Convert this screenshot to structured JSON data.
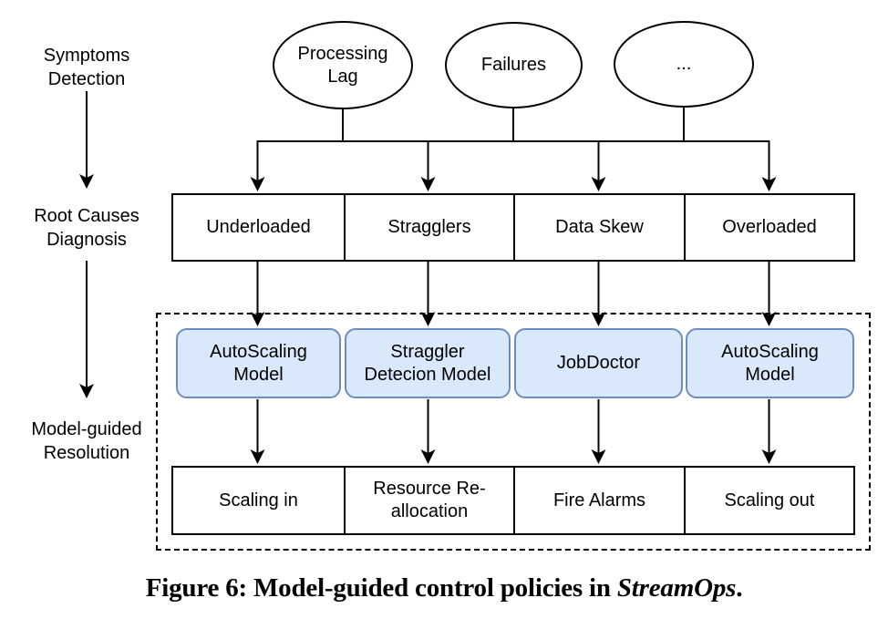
{
  "figure": {
    "stages": [
      {
        "label": "Symptoms\nDetection"
      },
      {
        "label": "Root Causes\nDiagnosis"
      },
      {
        "label": "Model-guided\nResolution"
      }
    ],
    "symptoms": [
      {
        "label": "Processing\nLag"
      },
      {
        "label": "Failures"
      },
      {
        "label": "..."
      }
    ],
    "root_causes": [
      {
        "label": "Underloaded"
      },
      {
        "label": "Stragglers"
      },
      {
        "label": "Data Skew"
      },
      {
        "label": "Overloaded"
      }
    ],
    "models": [
      {
        "label": "AutoScaling\nModel"
      },
      {
        "label": "Straggler\nDetecion Model"
      },
      {
        "label": "JobDoctor"
      },
      {
        "label": "AutoScaling\nModel"
      }
    ],
    "resolutions": [
      {
        "label": "Scaling in"
      },
      {
        "label": "Resource Re-\nallocation"
      },
      {
        "label": "Fire Alarms"
      },
      {
        "label": "Scaling out"
      }
    ],
    "caption": {
      "prefix": "Figure 6: Model-guided control policies in ",
      "emphasis": "StreamOps",
      "suffix": "."
    },
    "colors": {
      "model_fill": "#dae8fc",
      "model_border": "#6c8ebf",
      "line": "#000000"
    }
  }
}
